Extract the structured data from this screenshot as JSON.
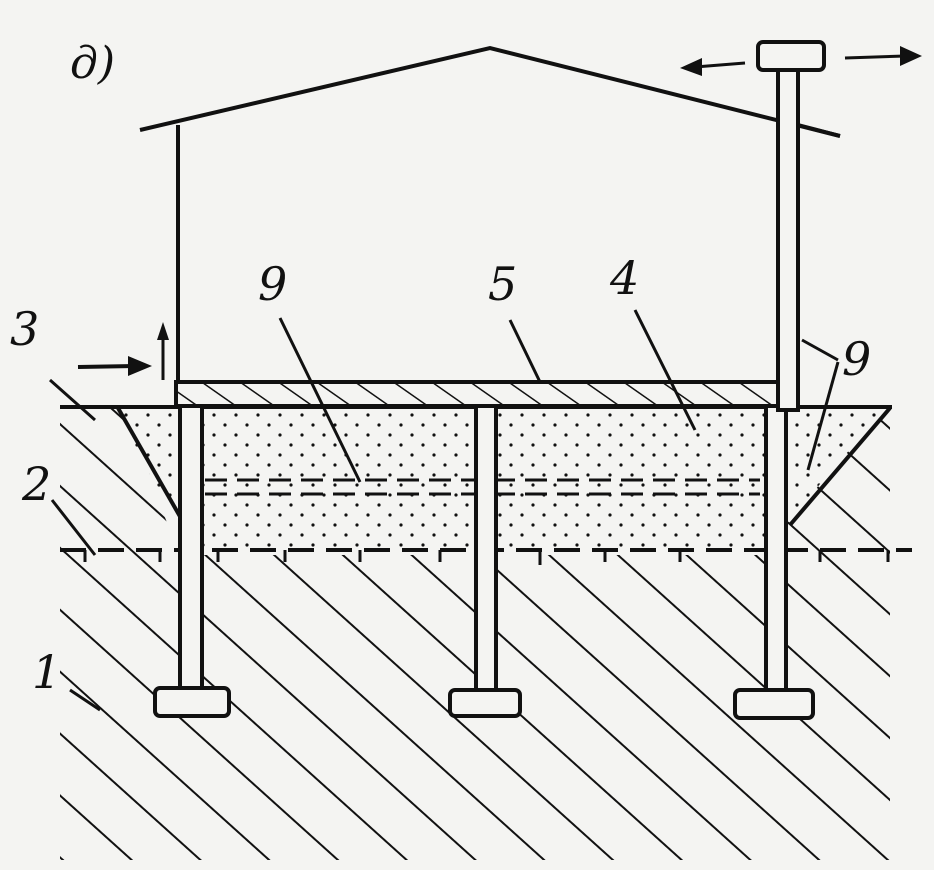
{
  "figure": {
    "panel_label": "д)",
    "labels": {
      "l1": "1",
      "l2": "2",
      "l3": "3",
      "l4": "4",
      "l5": "5",
      "l9_left": "9",
      "l9_right": "9"
    },
    "colors": {
      "ink": "#111111",
      "paper": "#f4f4f2"
    }
  }
}
